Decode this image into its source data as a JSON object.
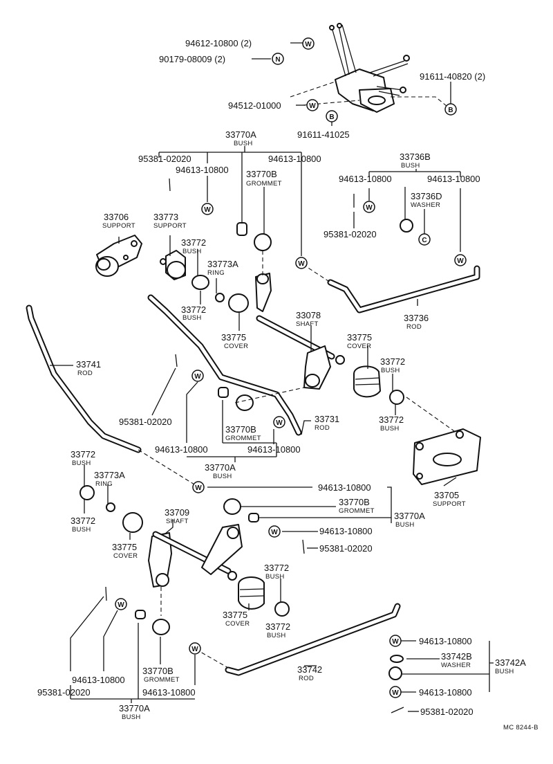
{
  "diagram": {
    "parts": {
      "p1": {
        "number": "94612-10800 (2)"
      },
      "p2": {
        "number": "90179-08009 (2)"
      },
      "p3": {
        "number": "91611-40820 (2)"
      },
      "p4": {
        "number": "94512-01000"
      },
      "p5": {
        "number": "91611-41025"
      },
      "p6": {
        "number": "33770A",
        "name": "BUSH"
      },
      "p7": {
        "number": "95381-02020"
      },
      "p8": {
        "number": "94613-10800"
      },
      "p9": {
        "number": "94613-10800"
      },
      "p10": {
        "number": "33770B",
        "name": "GROMMET"
      },
      "p11": {
        "number": "33736B",
        "name": "BUSH"
      },
      "p12": {
        "number": "94613-10800"
      },
      "p13": {
        "number": "94613-10800"
      },
      "p14": {
        "number": "33736D",
        "name": "WASHER"
      },
      "p15": {
        "number": "95381-02020"
      },
      "p16": {
        "number": "33706",
        "name": "SUPPORT"
      },
      "p17": {
        "number": "33773",
        "name": "SUPPORT"
      },
      "p18": {
        "number": "33772",
        "name": "BUSH"
      },
      "p19": {
        "number": "33773A",
        "name": "RING"
      },
      "p20": {
        "number": "33772",
        "name": "BUSH"
      },
      "p21": {
        "number": "33078",
        "name": "SHAFT"
      },
      "p22": {
        "number": "33775",
        "name": "COVER"
      },
      "p23": {
        "number": "33736",
        "name": "ROD"
      },
      "p24": {
        "number": "33741",
        "name": "ROD"
      },
      "p25": {
        "number": "33775",
        "name": "COVER"
      },
      "p26": {
        "number": "33772",
        "name": "BUSH"
      },
      "p27": {
        "number": "33772",
        "name": "BUSH"
      },
      "p28": {
        "number": "95381-02020"
      },
      "p29": {
        "number": "33731",
        "name": "ROD"
      },
      "p30": {
        "number": "33770B",
        "name": "GROMMET"
      },
      "p31": {
        "number": "94613-10800"
      },
      "p32": {
        "number": "94613-10800"
      },
      "p33": {
        "number": "33770A",
        "name": "BUSH"
      },
      "p34": {
        "number": "33705",
        "name": "SUPPORT"
      },
      "p35": {
        "number": "33772",
        "name": "BUSH"
      },
      "p36": {
        "number": "33773A",
        "name": "RING"
      },
      "p37": {
        "number": "33772",
        "name": "BUSH"
      },
      "p38": {
        "number": "94613-10800"
      },
      "p39": {
        "number": "33709",
        "name": "SHAFT"
      },
      "p40": {
        "number": "33770B",
        "name": "GROMMET"
      },
      "p41": {
        "number": "33770A",
        "name": "BUSH"
      },
      "p42": {
        "number": "94613-10800"
      },
      "p43": {
        "number": "95381-02020"
      },
      "p44": {
        "number": "33775",
        "name": "COVER"
      },
      "p45": {
        "number": "33772",
        "name": "BUSH"
      },
      "p46": {
        "number": "33775",
        "name": "COVER"
      },
      "p47": {
        "number": "33772",
        "name": "BUSH"
      },
      "p48": {
        "number": "94613-10800"
      },
      "p49": {
        "number": "33742B",
        "name": "WASHER"
      },
      "p50": {
        "number": "33742A",
        "name": "BUSH"
      },
      "p51": {
        "number": "33742",
        "name": "ROD"
      },
      "p52": {
        "number": "94613-10800"
      },
      "p53": {
        "number": "33770B",
        "name": "GROMMET"
      },
      "p54": {
        "number": "94613-10800"
      },
      "p55": {
        "number": "95381-02020"
      },
      "p56": {
        "number": "94613-10800"
      },
      "p57": {
        "number": "33770A",
        "name": "BUSH"
      },
      "p58": {
        "number": "95381-02020"
      }
    },
    "symbols": {
      "washer": "W",
      "nut": "N",
      "bolt": "B",
      "clip": "C"
    },
    "reference_code": "MC 8244-B"
  }
}
